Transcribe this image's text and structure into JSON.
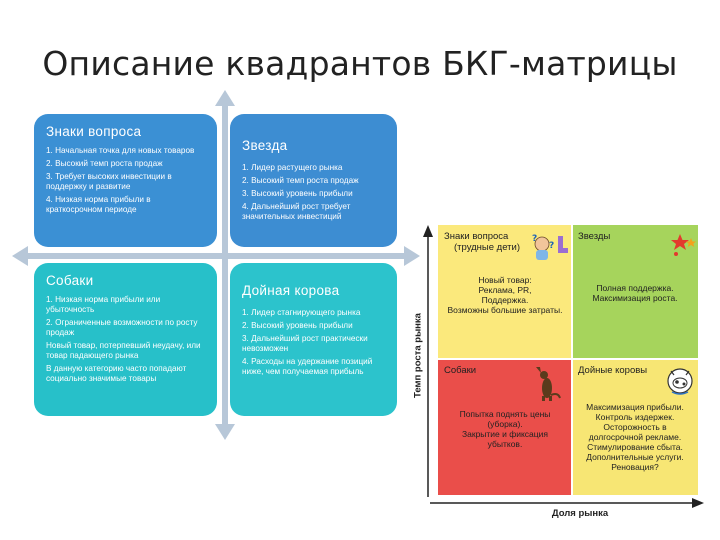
{
  "title": "Описание квадрантов БКГ-матрицы",
  "cards": {
    "question": {
      "title": "Знаки вопроса",
      "lines": [
        "1. Начальная точка для новых товаров",
        "2. Высокий темп роста продаж",
        "3. Требует высоких инвестиции в поддержку и развитие",
        "4. Низкая норма прибыли в краткосрочном периоде"
      ]
    },
    "star": {
      "title": "Звезда",
      "lines": [
        "1. Лидер растущего рынка",
        "2. Высокий темп роста продаж",
        "3. Высокий уровень прибыли",
        "4. Дальнейший рост требует значительных инвестиций"
      ]
    },
    "dogs": {
      "title": "Собаки",
      "lines": [
        "1. Низкая норма прибыли или убыточность",
        "2. Ограниченные возможности по росту продаж",
        "Новый товар, потерпевший неудачу, или товар падающего рынка",
        "В данную категорию часто попадают социально значимые товары"
      ]
    },
    "cow": {
      "title": "Дойная корова",
      "lines": [
        "1. Лидер стагнирующего рынка",
        "2. Высокий уровень прибыли",
        "3. Дальнейший рост практически невозможен",
        "4. Расходы на удержание позиций ниже, чем получаемая прибыль"
      ]
    }
  },
  "matrix": {
    "y_axis_label": "Темп роста рынка",
    "x_axis_label": "Доля рынка",
    "question": {
      "header_1": "Знаки вопроса",
      "header_2": "(трудные дети)",
      "lines": [
        "Новый товар:",
        "Реклама, PR,",
        "Поддержка.",
        "Возможны большие затраты."
      ]
    },
    "stars": {
      "header": "Звезды",
      "lines": [
        "Полная поддержка.",
        "Максимизация роста."
      ]
    },
    "dogs": {
      "header": "Собаки",
      "lines": [
        "Попытка поднять цены",
        "(уборка).",
        "Закрытие и фиксация",
        "убытков."
      ]
    },
    "cows": {
      "header": "Дойные коровы",
      "lines": [
        "Максимизация прибыли.",
        "Контроль издержек.",
        "Осторожность в",
        "долгосрочной рекламе.",
        "Стимулирование сбыта.",
        "Дополнительные услуги.",
        "Реновация?"
      ]
    }
  },
  "colors": {
    "card_blue": "#3b90d4",
    "card_teal": "#27c0c9",
    "cell_yellow": "#fbe97c",
    "cell_green": "#a6d45c",
    "cell_red": "#ea4e4a",
    "axis_gray": "#b7c7d8"
  },
  "icons": [
    "question-kid-icon",
    "stars-icon",
    "dog-icon",
    "cow-icon"
  ]
}
